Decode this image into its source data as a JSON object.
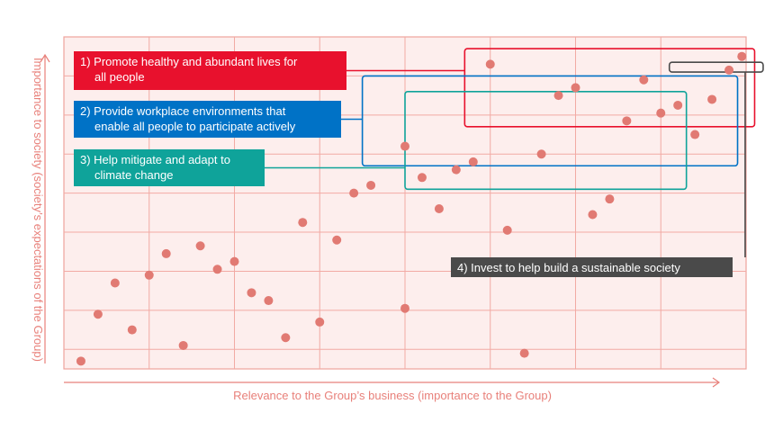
{
  "chart_data": {
    "type": "scatter",
    "xlabel": "Relevance to the Group’s business (importance to the Group)",
    "ylabel": "Importance to society (society’s expectations of the Group)",
    "xlim": [
      0,
      8
    ],
    "ylim": [
      0,
      8.5
    ],
    "grid": true,
    "points": [
      {
        "x": 0.2,
        "y": 0.2
      },
      {
        "x": 0.4,
        "y": 1.4
      },
      {
        "x": 0.6,
        "y": 2.2
      },
      {
        "x": 0.8,
        "y": 1.0
      },
      {
        "x": 1.0,
        "y": 2.4
      },
      {
        "x": 1.2,
        "y": 2.95
      },
      {
        "x": 1.4,
        "y": 0.6
      },
      {
        "x": 1.6,
        "y": 3.15
      },
      {
        "x": 1.8,
        "y": 2.55
      },
      {
        "x": 2.0,
        "y": 2.75
      },
      {
        "x": 2.2,
        "y": 1.95
      },
      {
        "x": 2.4,
        "y": 1.75
      },
      {
        "x": 2.6,
        "y": 0.8
      },
      {
        "x": 2.8,
        "y": 3.75
      },
      {
        "x": 3.0,
        "y": 1.2
      },
      {
        "x": 3.2,
        "y": 3.3
      },
      {
        "x": 3.4,
        "y": 4.5
      },
      {
        "x": 3.6,
        "y": 4.7
      },
      {
        "x": 4.0,
        "y": 1.55
      },
      {
        "x": 4.0,
        "y": 5.7
      },
      {
        "x": 4.2,
        "y": 4.9
      },
      {
        "x": 4.4,
        "y": 4.1
      },
      {
        "x": 4.6,
        "y": 5.1
      },
      {
        "x": 4.8,
        "y": 5.3
      },
      {
        "x": 5.0,
        "y": 7.8
      },
      {
        "x": 5.2,
        "y": 3.55
      },
      {
        "x": 5.4,
        "y": 0.4
      },
      {
        "x": 5.6,
        "y": 5.5
      },
      {
        "x": 5.8,
        "y": 7.0
      },
      {
        "x": 6.0,
        "y": 7.2
      },
      {
        "x": 6.2,
        "y": 3.95
      },
      {
        "x": 6.4,
        "y": 4.35
      },
      {
        "x": 6.6,
        "y": 6.35
      },
      {
        "x": 6.8,
        "y": 7.4
      },
      {
        "x": 7.0,
        "y": 6.55
      },
      {
        "x": 7.2,
        "y": 6.75
      },
      {
        "x": 7.4,
        "y": 6.0
      },
      {
        "x": 7.6,
        "y": 6.9
      },
      {
        "x": 7.8,
        "y": 7.65
      },
      {
        "x": 7.95,
        "y": 8.0
      }
    ],
    "callouts": [
      {
        "label_lines": [
          "1) Promote healthy and abundant lives for",
          "all people"
        ],
        "color": "#e8112d",
        "region": {
          "x": [
            4.7,
            8.1
          ],
          "y": [
            6.2,
            8.2
          ]
        }
      },
      {
        "label_lines": [
          "2) Provide workplace environments that",
          "enable all people to participate actively"
        ],
        "color": "#0072c6",
        "region": {
          "x": [
            3.5,
            7.9
          ],
          "y": [
            5.2,
            7.5
          ]
        }
      },
      {
        "label_lines": [
          "3) Help mitigate and adapt to",
          "climate change"
        ],
        "color": "#0fa39a",
        "region": {
          "x": [
            4.0,
            7.3
          ],
          "y": [
            4.6,
            7.1
          ]
        }
      },
      {
        "label_lines": [
          "4) Invest to help build a sustainable society"
        ],
        "color": "#4a4a4a",
        "region": {
          "x": [
            7.1,
            8.2
          ],
          "y": [
            7.6,
            7.85
          ]
        }
      }
    ]
  }
}
